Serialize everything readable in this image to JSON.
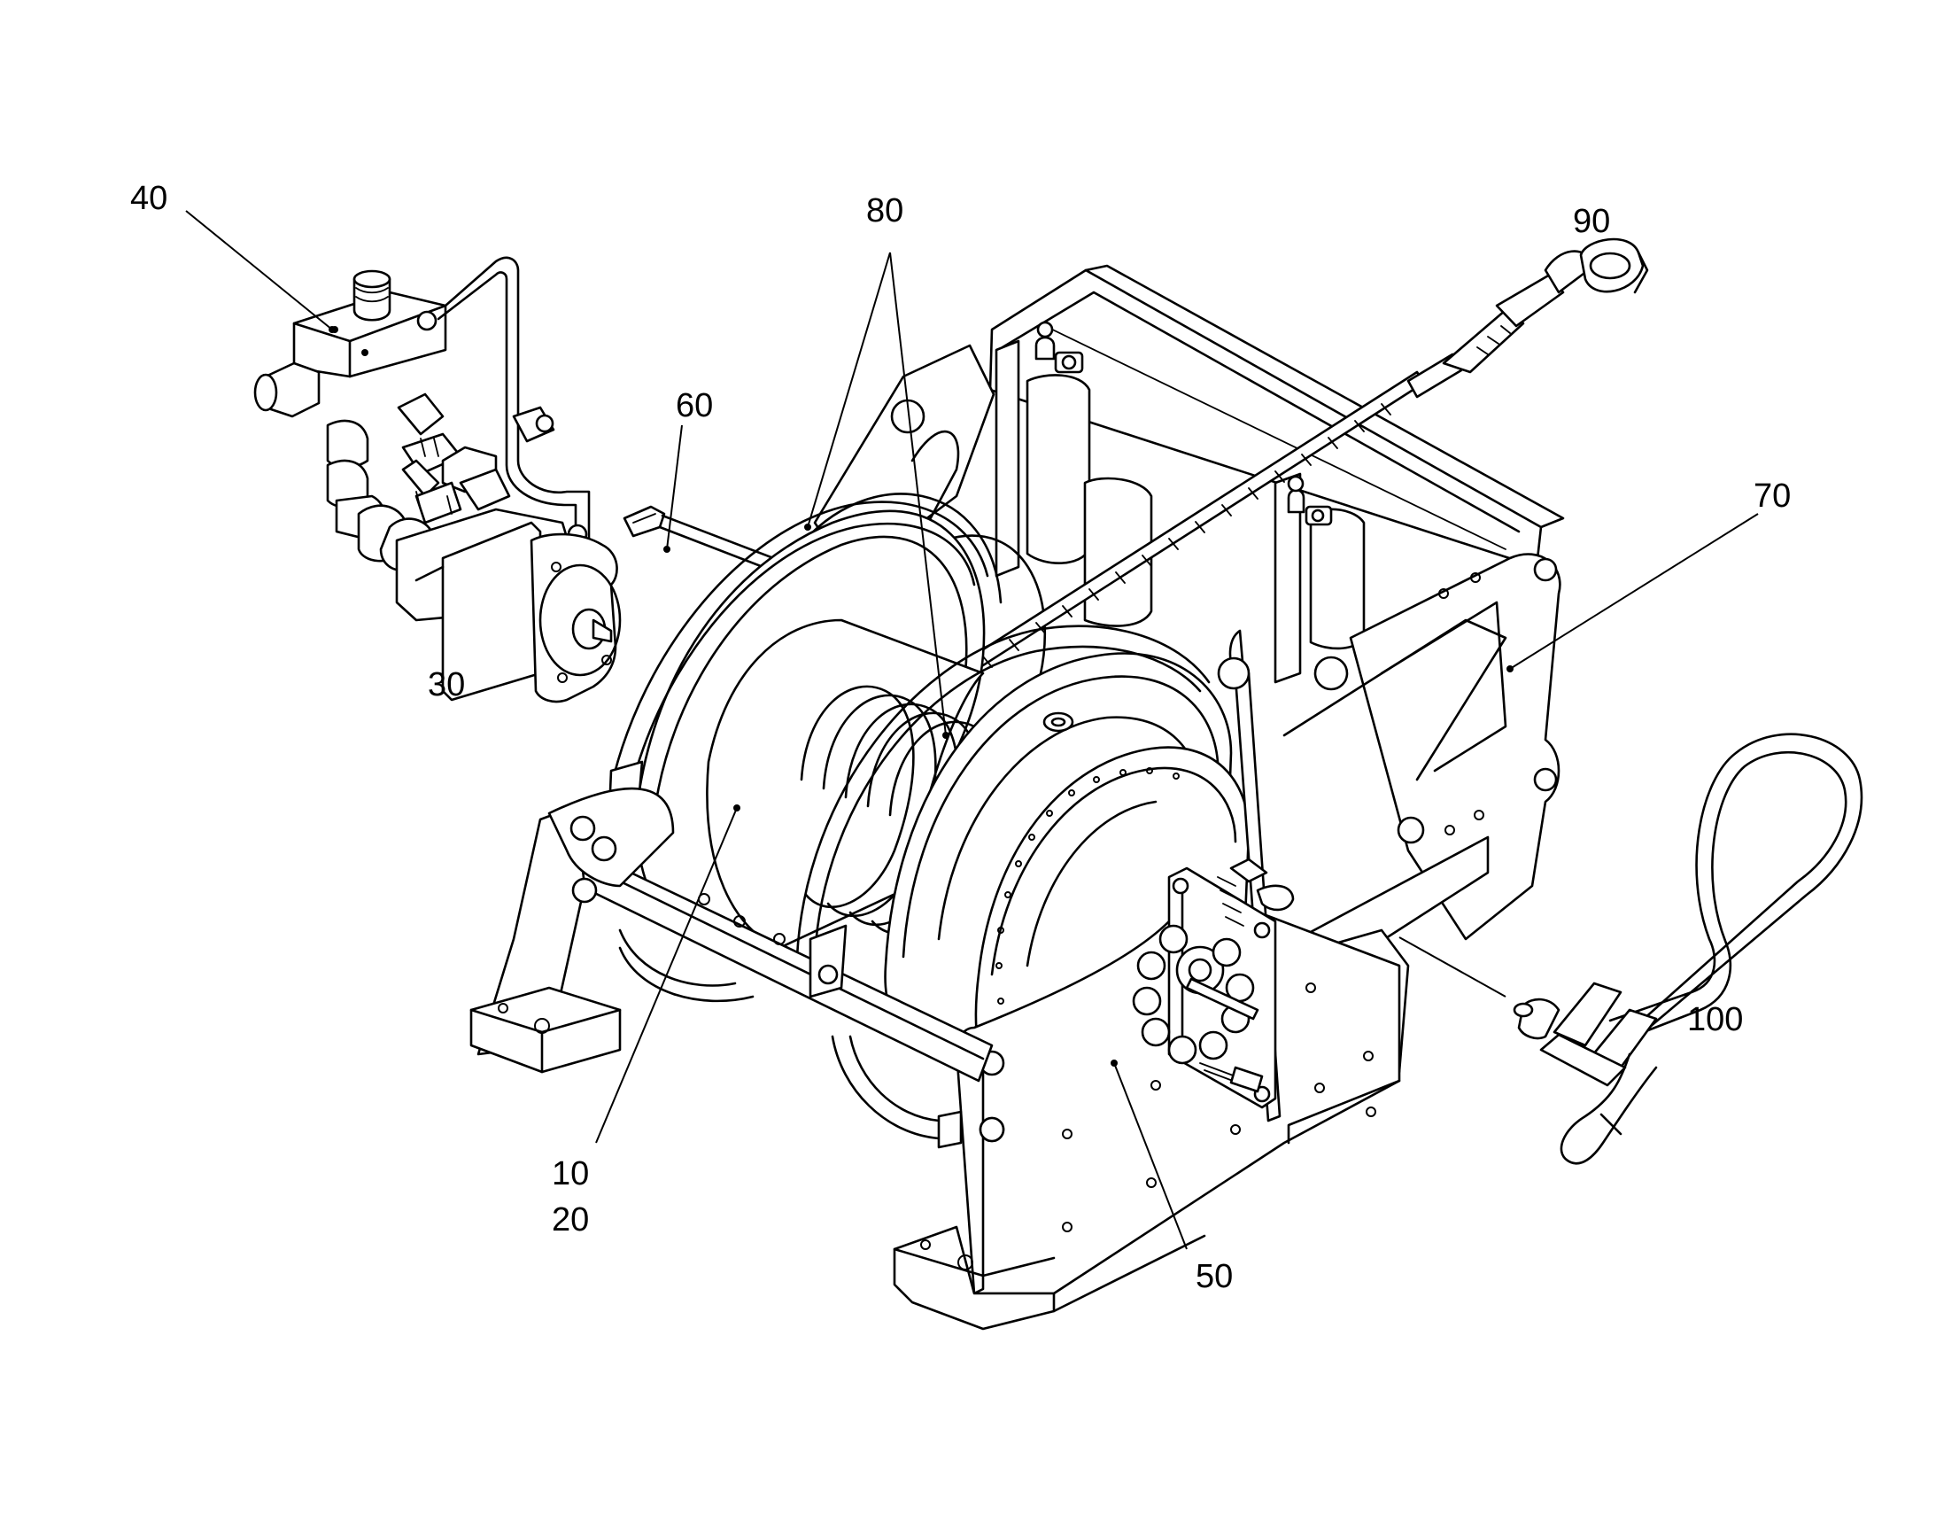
{
  "figure": {
    "labels": {
      "drum": "10",
      "drum_alt": "20",
      "motor": "30",
      "valve": "40",
      "gearbox": "50",
      "hose": "60",
      "frame": "70",
      "wire_rope": "80",
      "eye_end": "90",
      "handle": "100"
    }
  }
}
